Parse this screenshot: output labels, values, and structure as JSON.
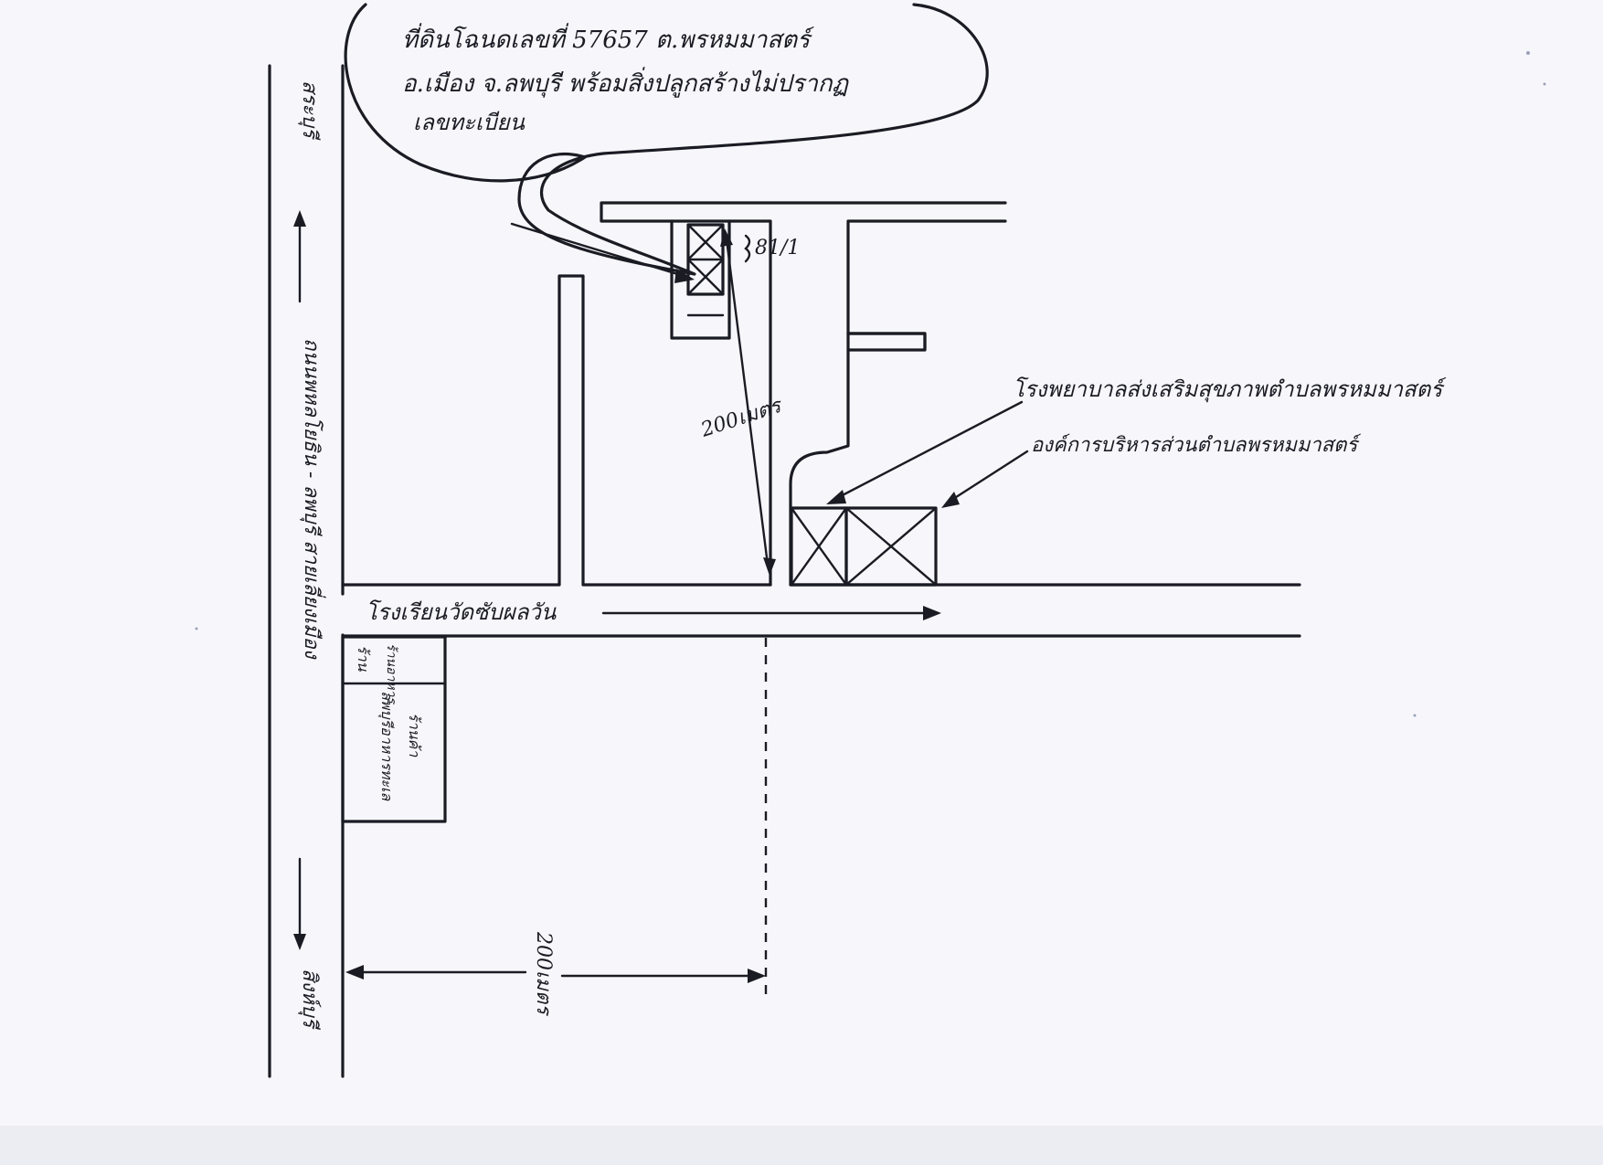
{
  "labels": {
    "bubble_line1": "ที่ดินโฉนดเลขที่ 57657 ต.พรหมมาสตร์",
    "bubble_line2": "อ.เมือง จ.ลพบุรี พร้อมสิ่งปลูกสร้างไม่ปรากฏ",
    "bubble_line3": "เลขทะเบียน",
    "house_no": "81/1",
    "distance_vertical": "200เมตร",
    "distance_bottom": "200เมตร",
    "health_hospital": "โรงพยาบาลส่งเสริมสุขภาพตำบลพรหมมาสตร์",
    "tao": "องค์การบริหารส่วนตำบลพรหมมาสตร์",
    "school_road": "โรงเรียนวัดซับผลวัน",
    "highway": "ถนนพหลโยธิน - ลพบุรี สายเลี่ยงเมือง",
    "dir_top": "สระบุรี",
    "dir_bottom": "สิงห์บุรี",
    "shop_header1": "ร้าน",
    "shop_header2": "ร้านอาหาร",
    "shop_body1": "ลพบุรีอาหารทะเล",
    "shop_body2": "ร้านค้า"
  }
}
